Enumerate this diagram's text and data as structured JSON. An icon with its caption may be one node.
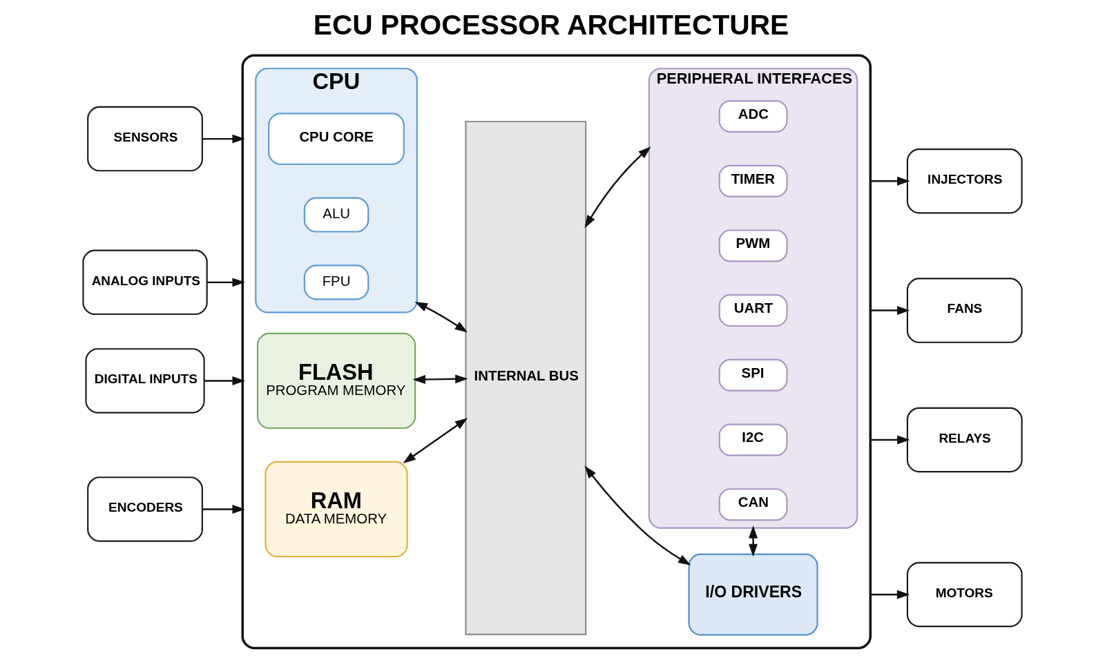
{
  "diagram": {
    "title": "ECU PROCESSOR ARCHITECTURE",
    "nodes": [
      {
        "text": [],
        "shape": "box"
      },
      {
        "text": [
          "CPU"
        ],
        "in": 0
      },
      {
        "text": [
          "CPU CORE"
        ],
        "in": 1
      },
      {
        "text": [
          "ALU"
        ],
        "in": 1
      },
      {
        "text": [
          "FPU"
        ],
        "in": 1
      },
      {
        "text": [
          "FLASH",
          "PROGRAM MEMORY"
        ],
        "in": 0
      },
      {
        "text": [
          "RAM",
          "DATA MEMORY"
        ],
        "in": 0
      },
      {
        "text": [
          "INTERNAL BUS"
        ],
        "in": 0
      },
      {
        "text": [
          "PERIPHERAL INTERFACES"
        ],
        "in": 0
      },
      {
        "text": [
          "ADC"
        ],
        "in": 8
      },
      {
        "text": [
          "TIMER"
        ],
        "in": 8
      },
      {
        "text": [
          "PWM"
        ],
        "in": 8
      },
      {
        "text": [
          "UART"
        ],
        "in": 8
      },
      {
        "text": [
          "SPI"
        ],
        "in": 8
      },
      {
        "text": [
          "I2C"
        ],
        "in": 8
      },
      {
        "text": [
          "CAN"
        ],
        "in": 8
      },
      {
        "text": [
          "I/O DRIVERS"
        ],
        "in": 0
      },
      {
        "text": [
          "SENSORS"
        ]
      },
      {
        "text": [
          "ANALOG INPUTS"
        ]
      },
      {
        "text": [
          "DIGITAL INPUTS"
        ]
      },
      {
        "text": [
          "ENCODERS"
        ]
      },
      {
        "text": [
          "INJECTORS"
        ]
      },
      {
        "text": [
          "FANS"
        ]
      },
      {
        "text": [
          "RELAYS"
        ]
      },
      {
        "text": [
          "MOTORS"
        ]
      }
    ],
    "edges": [
      {
        "from": 17,
        "to": 0,
        "arrow": "to"
      },
      {
        "from": 18,
        "to": 0,
        "arrow": "to"
      },
      {
        "from": 19,
        "to": 0,
        "arrow": "to"
      },
      {
        "from": 20,
        "to": 0,
        "arrow": "to"
      },
      {
        "from": 1,
        "to": 7,
        "arrow": "both"
      },
      {
        "from": 5,
        "to": 7,
        "arrow": "both"
      },
      {
        "from": 6,
        "to": 7,
        "arrow": "both"
      },
      {
        "from": 7,
        "to": 8,
        "arrow": "both"
      },
      {
        "from": 7,
        "to": 16,
        "arrow": "both"
      },
      {
        "from": 8,
        "to": 16,
        "arrow": "both"
      },
      {
        "from": 0,
        "to": 21,
        "arrow": "to"
      },
      {
        "from": 0,
        "to": 22,
        "arrow": "to"
      },
      {
        "from": 0,
        "to": 23,
        "arrow": "to"
      },
      {
        "from": 0,
        "to": 24,
        "arrow": "to"
      }
    ]
  }
}
